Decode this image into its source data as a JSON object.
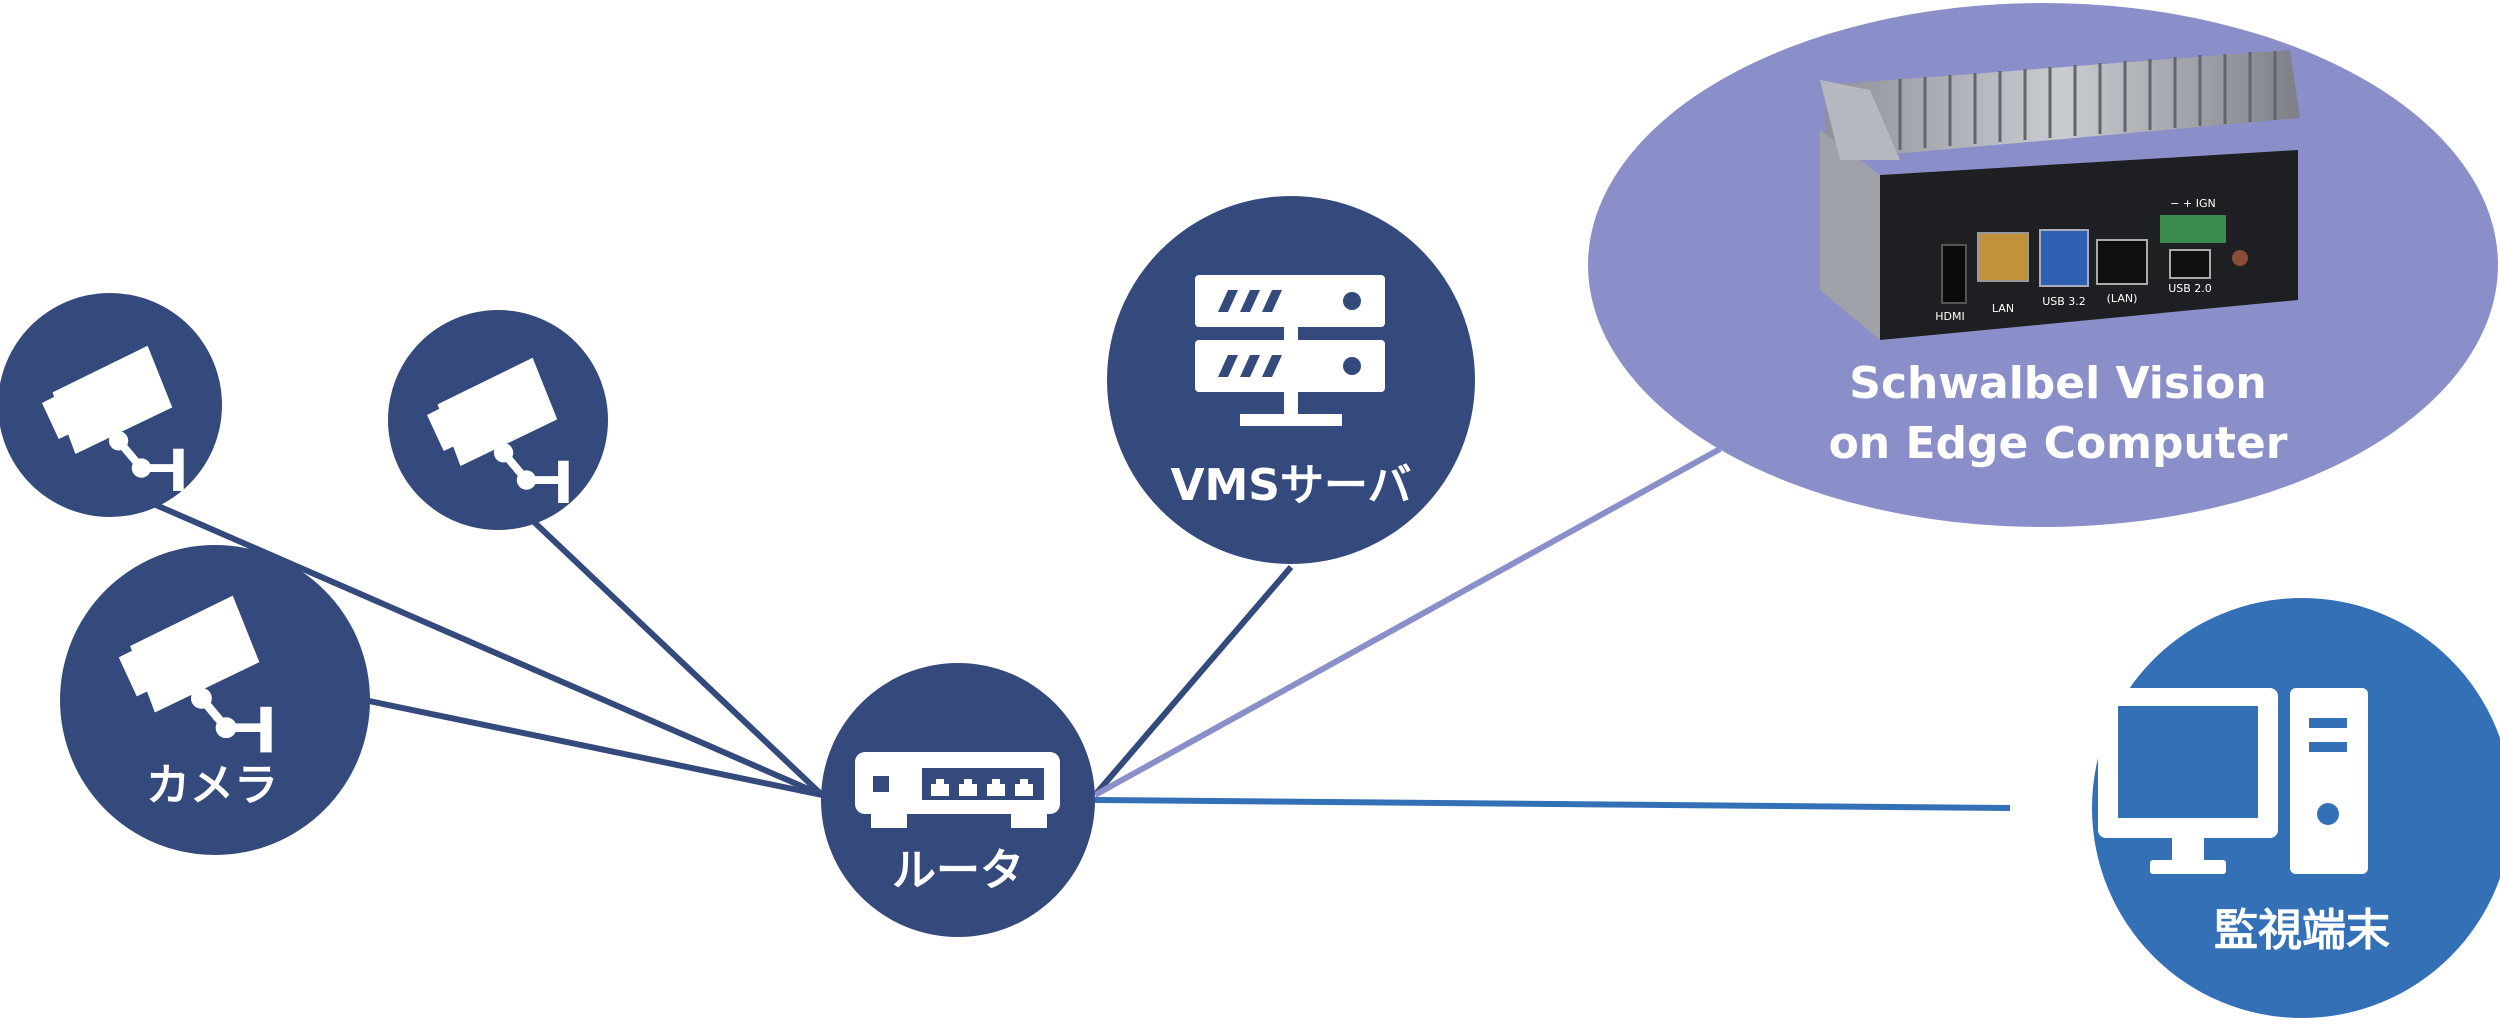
{
  "labels": {
    "camera": "カメラ",
    "router": "ルータ",
    "vms_server": "VMSサーバ",
    "edge_line1": "Schwalbel Vision",
    "edge_line2": "on Edge Computer",
    "monitor": "監視端末"
  },
  "device_ports": {
    "hdmi": "HDMI",
    "lan": "LAN",
    "usb32": "USB 3.2",
    "lan2": "(LAN)",
    "usb20": "USB 2.0",
    "ign": "− + IGN"
  },
  "colors": {
    "navy": "#354a7c",
    "lavender": "#8b8fc9",
    "blue": "#3470b6",
    "white": "#ffffff"
  },
  "icons": {
    "camera": "security-camera-icon",
    "router": "router-icon",
    "server": "server-rack-icon",
    "monitor": "desktop-computer-icon"
  }
}
